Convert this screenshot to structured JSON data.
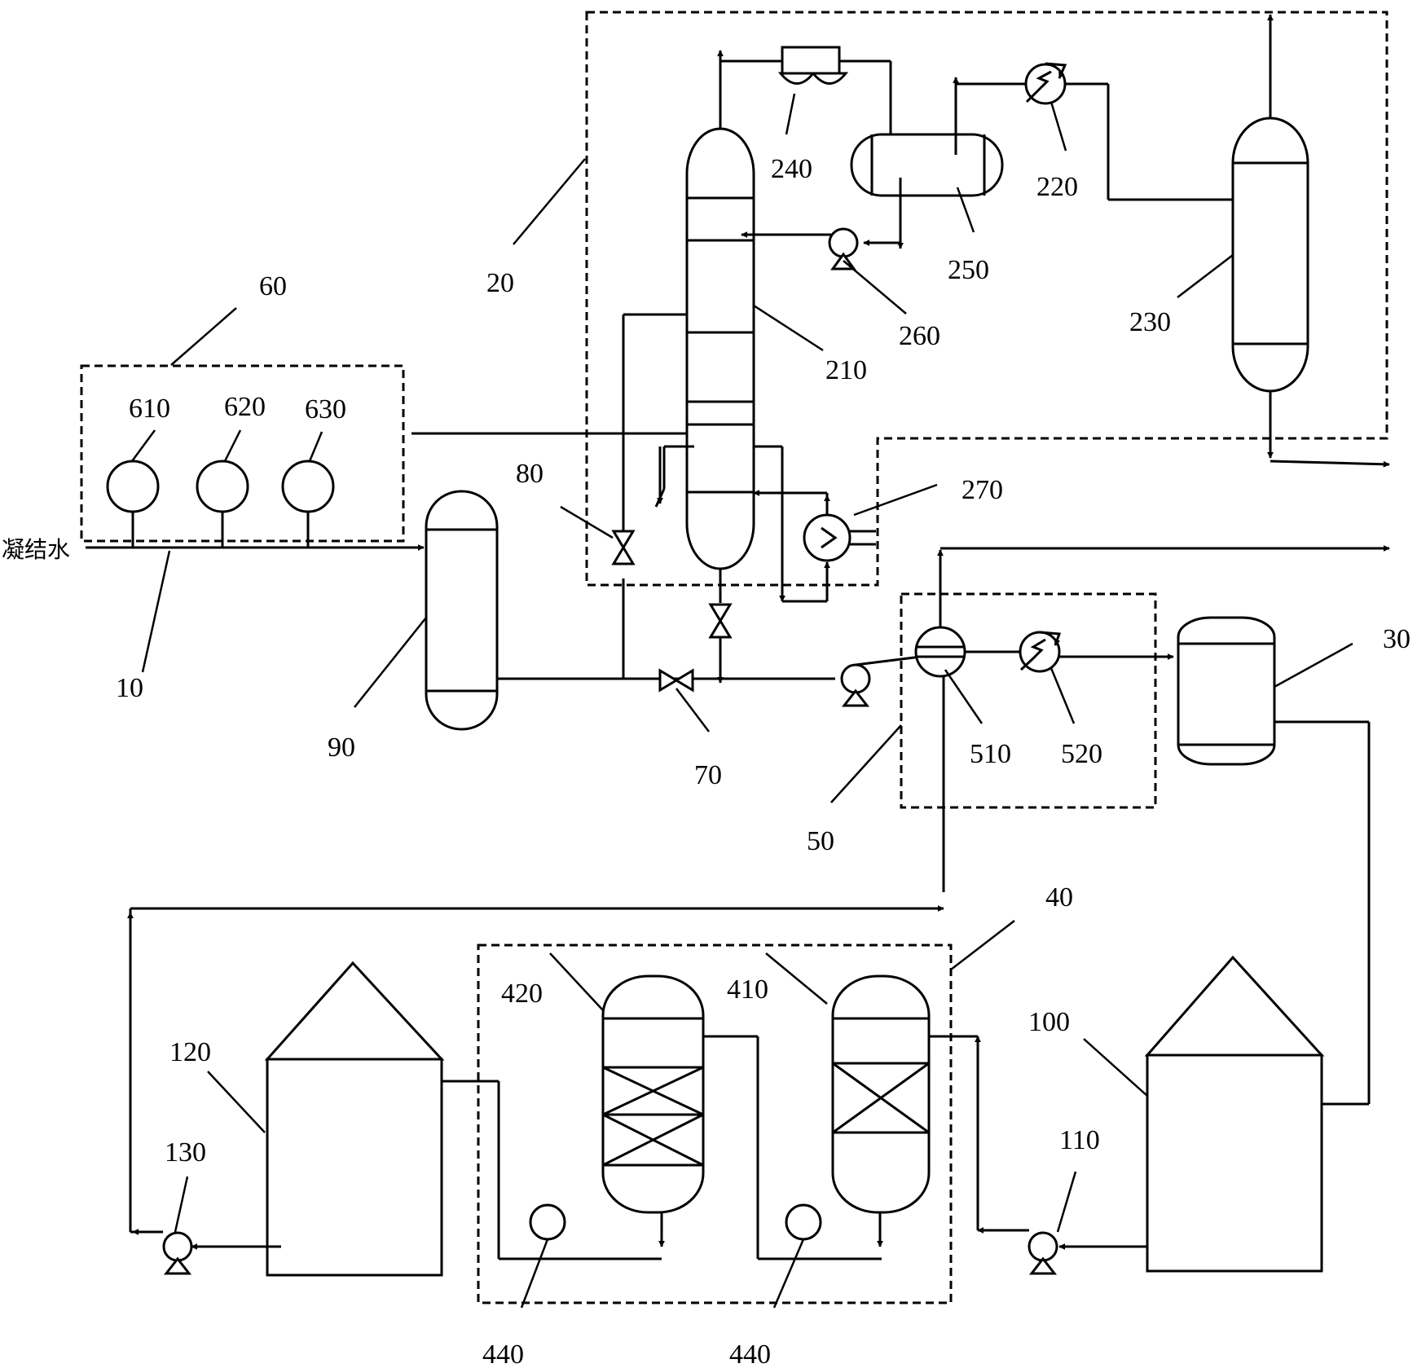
{
  "inlet_label": "凝结水",
  "labels": {
    "l10": "10",
    "l20": "20",
    "l30": "30",
    "l40": "40",
    "l50": "50",
    "l60": "60",
    "l70": "70",
    "l80": "80",
    "l90": "90",
    "l100": "100",
    "l110": "110",
    "l120": "120",
    "l130": "130",
    "l210": "210",
    "l220": "220",
    "l230": "230",
    "l240": "240",
    "l250": "250",
    "l260": "260",
    "l270": "270",
    "l410": "410",
    "l420": "420",
    "l440a": "440",
    "l440b": "440",
    "l510": "510",
    "l520": "520",
    "l610": "610",
    "l620": "620",
    "l630": "630"
  }
}
